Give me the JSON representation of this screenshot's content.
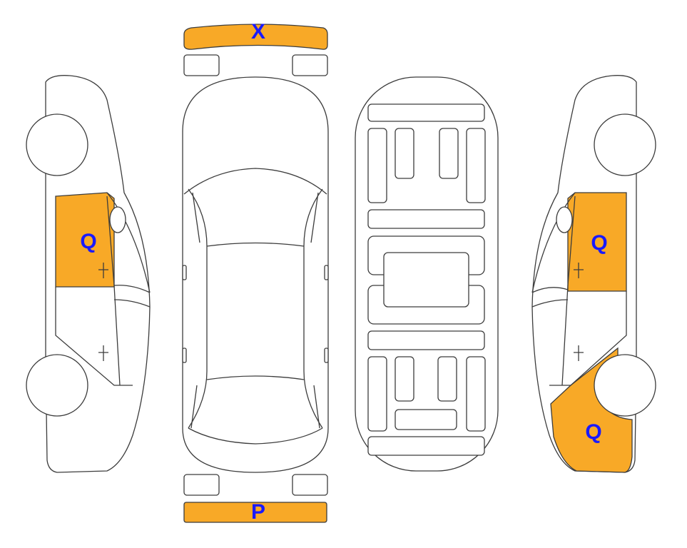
{
  "colors": {
    "damage": "#f8a927",
    "label": "#1a1aff",
    "line": "#3c3c3c",
    "background": "#ffffff"
  },
  "labels": {
    "front_bumper": "X",
    "rear_bumper": "P",
    "left_front_door": "Q",
    "right_front_door": "Q",
    "right_rear_quarter": "Q"
  }
}
